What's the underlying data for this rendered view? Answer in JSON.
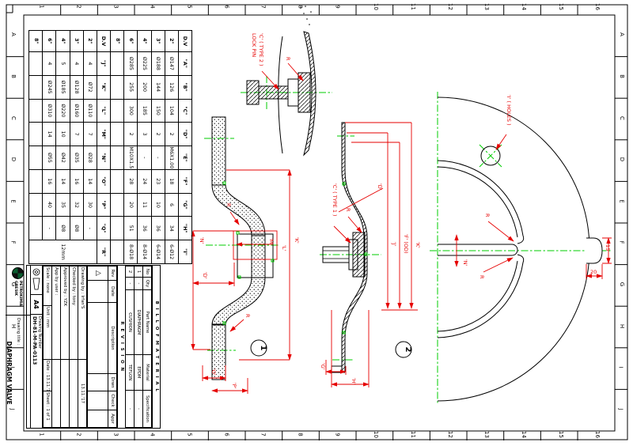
{
  "frame": {
    "cols": [
      "1",
      "2",
      "3",
      "4",
      "5",
      "6",
      "7",
      "8",
      "9",
      "10",
      "11",
      "12",
      "13",
      "14",
      "15",
      "16"
    ],
    "rows": [
      "A",
      "B",
      "C",
      "D",
      "E",
      "F",
      "G",
      "H",
      "I",
      "J"
    ]
  },
  "colors": {
    "dimension_red": "#e60000",
    "centerline_green": "#00cc00"
  },
  "table1": {
    "corner": "D.V",
    "columns": [
      "\"A\"",
      "\"B\"",
      "\"C\"",
      "\"D\"",
      "\"E\"",
      "\"F\"",
      "\"G\"",
      "\"H\"",
      "\"I\""
    ],
    "rows": [
      {
        "size": "2\"",
        "values": [
          "Ø147",
          "126",
          "104",
          "2",
          "M6X1.00",
          "18",
          "6",
          "34",
          "6-Ø12"
        ]
      },
      {
        "size": "3\"",
        "values": [
          "Ø188",
          "144",
          "150",
          "2",
          "-",
          "23",
          "10",
          "36",
          "6-Ø14"
        ]
      },
      {
        "size": "4\"",
        "values": [
          "Ø225",
          "200",
          "185",
          "3",
          "-",
          "24",
          "11",
          "36",
          "8-Ø14"
        ]
      },
      {
        "size": "6\"",
        "values": [
          "Ø285",
          "255",
          "300",
          "2",
          "M10X1.5",
          "28",
          "20",
          "51",
          "8-Ø18"
        ]
      },
      {
        "size": "8\"",
        "values": [
          "",
          "",
          "",
          "",
          "",
          "",
          "",
          "",
          ""
        ]
      }
    ]
  },
  "table2": {
    "corner": "D.V",
    "columns": [
      "\"J\"",
      "\"K\"",
      "\"L\"",
      "\"M\"",
      "\"N\"",
      "\"O\"",
      "\"P\"",
      "\"Q\"",
      "\"R\""
    ],
    "rows": [
      {
        "size": "2\"",
        "values": [
          "4",
          "Ø72",
          "Ø110",
          "7",
          "Ø28",
          "14",
          "30",
          "-"
        ]
      },
      {
        "size": "3\"",
        "values": [
          "4",
          "Ø128",
          "Ø160",
          "7",
          "Ø35",
          "16",
          "32",
          "Ø8"
        ]
      },
      {
        "size": "4\"",
        "values": [
          "5",
          "Ø185",
          "Ø220",
          "10",
          "Ø42",
          "14",
          "35",
          "Ø8"
        ]
      },
      {
        "size": "6\"",
        "values": [
          "4",
          "Ø245",
          "Ø310",
          "14",
          "Ø55",
          "16",
          "40",
          "-"
        ]
      },
      {
        "size": "8\"",
        "values": [
          "",
          "",
          "",
          "",
          "",
          "",
          "",
          ""
        ]
      }
    ],
    "r_merged": "12mm"
  },
  "detail": {
    "label_line1": "'C' ( TYPE 2 )",
    "label_line2": "LOCK PIN",
    "r": "R"
  },
  "view1": {
    "num": "1",
    "n": "'N'",
    "d": "'D'",
    "m": "'M'",
    "l": "'L'",
    "k": "'K'",
    "r_upper": "R",
    "r_lower": "R",
    "o": "'O'",
    "p": "'P'"
  },
  "view2": {
    "num": "2",
    "type_label": "'C' ( TYPE 1 )",
    "r": "R",
    "thk": "'D'",
    "dim_j": "'J'",
    "dim_f": "'F' (OD)",
    "dim_k": "'K'",
    "g": "'G'",
    "h": "'H'"
  },
  "plan": {
    "holes_label": "'I' ( HOLES )",
    "tab_w": "20",
    "tab_h": "15",
    "slot": "'N'",
    "r1": "R",
    "r2": "R"
  },
  "titleblock": {
    "bom_title": "B I L L   O F   M A T E R I A L",
    "bom_headers": [
      "No",
      "Qty",
      "Part Name",
      "Material",
      "Specification"
    ],
    "bom_rows": [
      [
        "1",
        "-",
        "DIAPHRAGM",
        "EPDM",
        "-"
      ],
      [
        "2",
        "-",
        "CUSHION",
        "TEFLON",
        "-"
      ]
    ],
    "rev_title": "R E V I S I O N",
    "rev_headers": [
      "Rev",
      "Date",
      "Description",
      "Drwn",
      "Check",
      "Appr"
    ],
    "rev_mark": "△",
    "sig": {
      "drawing_by": "Drawing by : Irfan'S",
      "drawing_date": "13.11.'17",
      "checked_by": "Checked by : tony",
      "approved_by": "Approved by : YZK",
      "app_by": "App by user :",
      "scale": "Scale : none",
      "unit": "Unit : mm",
      "date": "Date : 13.11.'17",
      "sheet": "Sheet : 1 of 1"
    },
    "company1": "PETROKIMIA",
    "company2": "GRESIK",
    "paper": "A4",
    "dn_label": "Drawing Number",
    "dn_value": "DH-81-M-PA-0113",
    "title_label": "Drawing title :",
    "title_value": "DIAPHRAGM VALVE"
  }
}
